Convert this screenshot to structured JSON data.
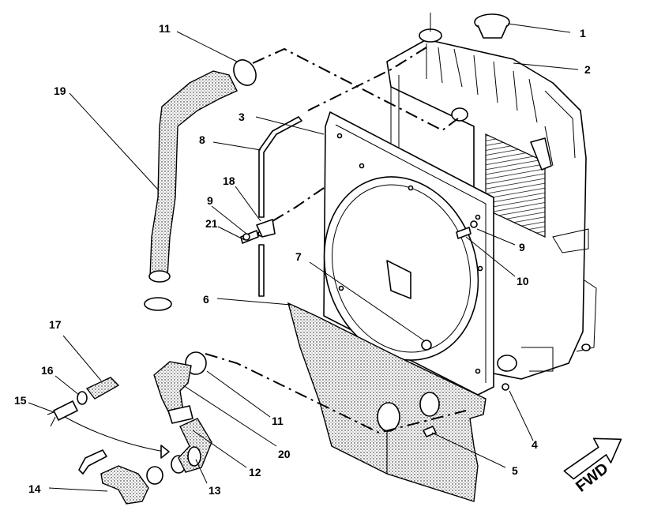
{
  "callouts": [
    {
      "id": "c1",
      "label": "1"
    },
    {
      "id": "c2",
      "label": "2"
    },
    {
      "id": "c3",
      "label": "3"
    },
    {
      "id": "c4",
      "label": "4"
    },
    {
      "id": "c5",
      "label": "5"
    },
    {
      "id": "c6",
      "label": "6"
    },
    {
      "id": "c7",
      "label": "7"
    },
    {
      "id": "c8",
      "label": "8"
    },
    {
      "id": "c9a",
      "label": "9"
    },
    {
      "id": "c9b",
      "label": "9"
    },
    {
      "id": "c10",
      "label": "10"
    },
    {
      "id": "c11a",
      "label": "11"
    },
    {
      "id": "c11b",
      "label": "11"
    },
    {
      "id": "c12",
      "label": "12"
    },
    {
      "id": "c13",
      "label": "13"
    },
    {
      "id": "c14",
      "label": "14"
    },
    {
      "id": "c15",
      "label": "15"
    },
    {
      "id": "c16",
      "label": "16"
    },
    {
      "id": "c17",
      "label": "17"
    },
    {
      "id": "c18",
      "label": "18"
    },
    {
      "id": "c19",
      "label": "19"
    },
    {
      "id": "c20",
      "label": "20"
    },
    {
      "id": "c21",
      "label": "21"
    }
  ],
  "direction_arrow": {
    "label": "FWD"
  }
}
